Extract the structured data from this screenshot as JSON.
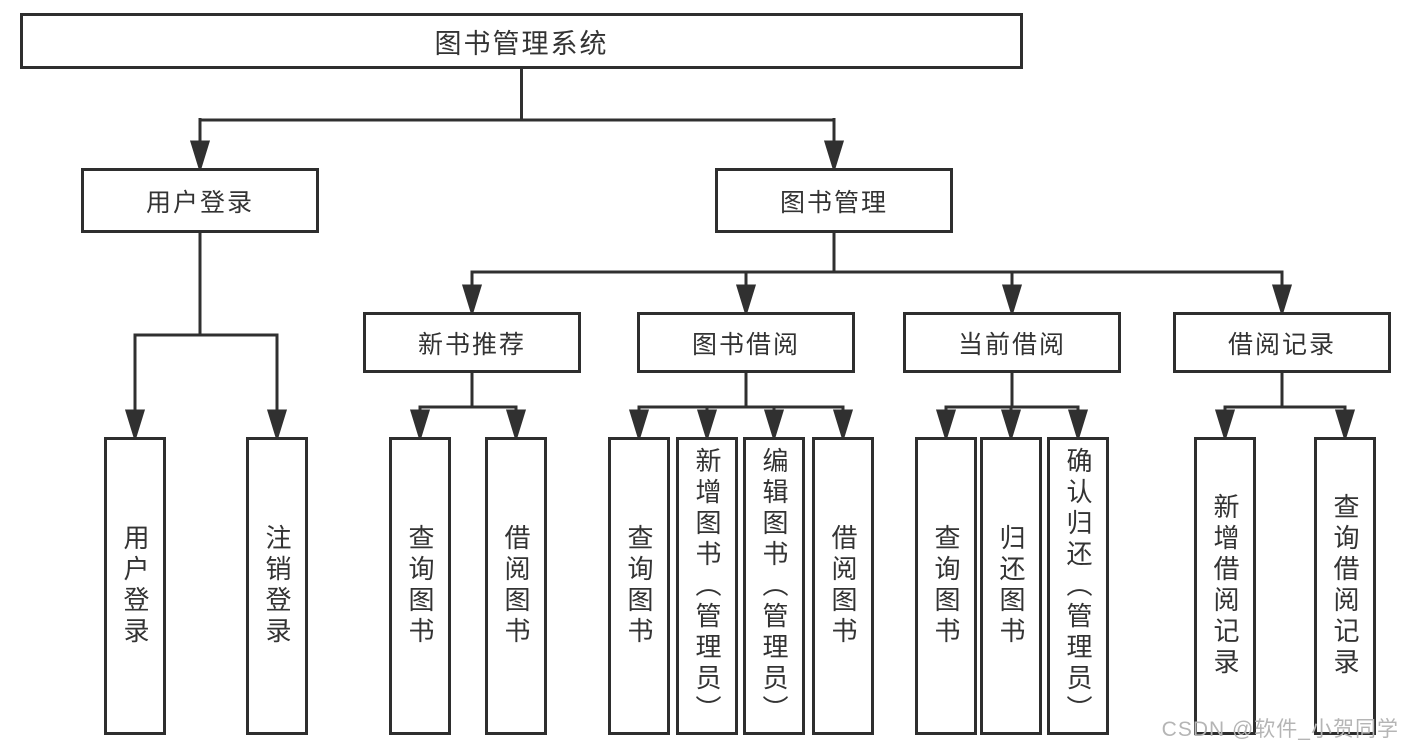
{
  "diagram_title": "图书管理系统",
  "colors": {
    "line": "#303030",
    "box_border": "#2e2e2e",
    "text": "#333333",
    "watermark": "#b5b5b5",
    "background": "#ffffff"
  },
  "tree": {
    "root": {
      "label": "图书管理系统"
    },
    "branches": [
      {
        "label": "用户登录",
        "children": [
          {
            "label": "用户登录"
          },
          {
            "label": "注销登录"
          }
        ]
      },
      {
        "label": "图书管理",
        "children": [
          {
            "label": "新书推荐",
            "children": [
              {
                "label": "查询图书"
              },
              {
                "label": "借阅图书"
              }
            ]
          },
          {
            "label": "图书借阅",
            "children": [
              {
                "label": "查询图书"
              },
              {
                "label": "新增图书（管理员）"
              },
              {
                "label": "编辑图书（管理员）"
              },
              {
                "label": "借阅图书"
              }
            ]
          },
          {
            "label": "当前借阅",
            "children": [
              {
                "label": "查询图书"
              },
              {
                "label": "归还图书"
              },
              {
                "label": "确认归还（管理员）"
              }
            ]
          },
          {
            "label": "借阅记录",
            "children": [
              {
                "label": "新增借阅记录"
              },
              {
                "label": "查询借阅记录"
              }
            ]
          }
        ]
      }
    ]
  },
  "watermark": {
    "text": "CSDN @软件_小贺同学"
  }
}
